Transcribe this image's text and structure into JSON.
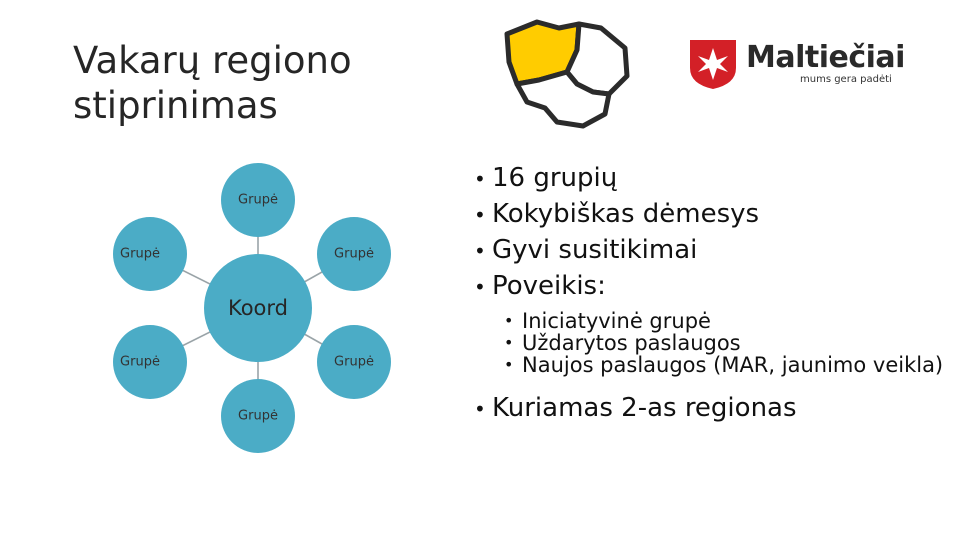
{
  "slide": {
    "title_line1": "Vakarų regiono",
    "title_line2": "stiprinimas"
  },
  "logo": {
    "name": "Maltiečiai",
    "tagline": "mums gera padėti",
    "brand_color": "#d32027"
  },
  "map": {
    "highlight_color": "#ffcc00",
    "outline_color": "#2b2b2b"
  },
  "diagram": {
    "center_label": "Koord",
    "nodes": [
      "Grupė",
      "Grupė",
      "Grupė",
      "Grupė",
      "Grupė",
      "Grupė"
    ],
    "center_color": "#4bacc6",
    "node_color": "#4bacc6"
  },
  "bullets": {
    "items": [
      "16 grupių",
      "Kokybiškas dėmesys",
      "Gyvi susitikimai",
      "Poveikis:"
    ],
    "sub_items": [
      "Iniciatyvinė grupė",
      "Uždarytos paslaugos",
      "Naujos paslaugos (MAR, jaunimo veikla)"
    ],
    "last_item": "Kuriamas 2-as regionas"
  }
}
